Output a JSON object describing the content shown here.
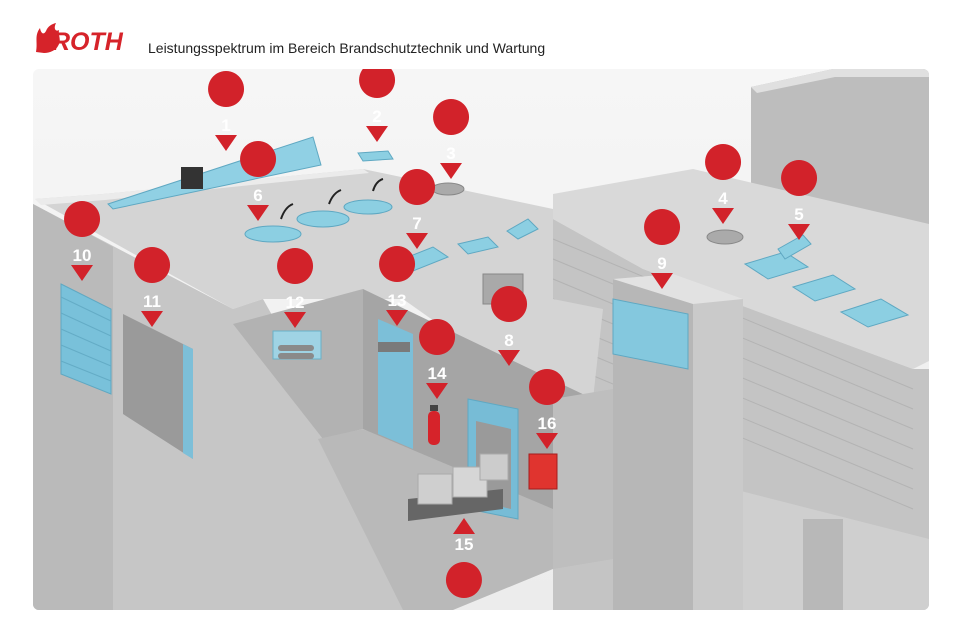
{
  "header": {
    "logo_text": "ROTH",
    "subtitle": "Leistungsspektrum im Bereich Brandschutztechnik und Wartung"
  },
  "colors": {
    "brand_red": "#d6232a",
    "pin_red": "#d2222a",
    "glass_blue": "#8ccfe2",
    "wall_gray": "#c8c8c8"
  },
  "markers": [
    {
      "id": "1",
      "label": "1"
    },
    {
      "id": "2",
      "label": "2"
    },
    {
      "id": "3",
      "label": "3"
    },
    {
      "id": "4",
      "label": "4"
    },
    {
      "id": "5",
      "label": "5"
    },
    {
      "id": "6",
      "label": "6"
    },
    {
      "id": "7",
      "label": "7"
    },
    {
      "id": "8",
      "label": "8"
    },
    {
      "id": "9",
      "label": "9"
    },
    {
      "id": "10",
      "label": "10"
    },
    {
      "id": "11",
      "label": "11"
    },
    {
      "id": "12",
      "label": "12"
    },
    {
      "id": "13",
      "label": "13"
    },
    {
      "id": "14",
      "label": "14"
    },
    {
      "id": "15",
      "label": "15"
    },
    {
      "id": "16",
      "label": "16"
    }
  ]
}
